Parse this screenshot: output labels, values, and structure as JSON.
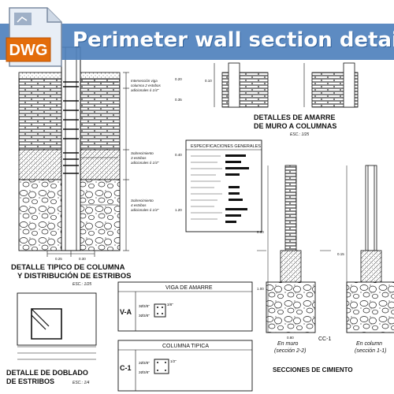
{
  "banner": {
    "title": "Perimeter wall section details",
    "badge": "DWG",
    "color": "#4f81bd"
  },
  "labels": {
    "main_title_1": "DETALLE TIPICO DE COLUMNA",
    "main_title_2": "Y DISTRIBUCIÓN DE ESTRIBOS",
    "main_scale": "ESC.: 1/25",
    "amarre_title_1": "DETALLES DE AMARRE",
    "amarre_title_2": "DE MURO A COLUMNAS",
    "amarre_scale": "ESC.: 1/25",
    "especificaciones": "ESPECIFICACIONES GENERALES",
    "viga_title": "VIGA DE AMARRE",
    "viga_code": "V-A",
    "columna_title": "COLUMNA TIPICA",
    "columna_code": "C-1",
    "doblado_1": "DETALLE DE DOBLADO",
    "doblado_2": "DE ESTRIBOS",
    "doblado_scale": "ESC.: 1/4",
    "en_muro": "En muro",
    "seccion_22": "(sección 2-2)",
    "en_column": "En column",
    "seccion_11": "(sección 1-1)",
    "cc1": "CC-1",
    "secciones": "SECCIONES DE CIMIENTO",
    "interseccion": "Intersección viga",
    "interseccion_2": "columna 2 estribos",
    "interseccion_3": "adicionales ó 1/4\"",
    "sobrecimiento": "Sobrecimiento",
    "sobrecimiento_2": "3 estribos",
    "sobrecimiento_3": "adicionales ó 1/4\"",
    "sobrecimiento_b": "Sobrecimiento",
    "sobrecimiento_b2": "4 estribos",
    "sobrecimiento_b3": "adicionales ó 1/4\"",
    "dim_020": "0.20",
    "dim_035": "0.35",
    "dim_120": "1.20",
    "dim_040": "0.40",
    "dim_060": "0.60",
    "dim_080": "0.80",
    "dim_100": "1.00",
    "dim_010": "0.10",
    "dim_015": "0.15",
    "dim_025": "0.25",
    "dim_030": "0.30",
    "dim_038": "3/8\"",
    "dim_12": "1/2\"",
    "viga_dims": "3Ø3/8\"",
    "viga_dims_b": "3Ø3/8\"",
    "col_dims": "2Ø3/8\"",
    "col_dims_b": "2Ø3/8\""
  }
}
